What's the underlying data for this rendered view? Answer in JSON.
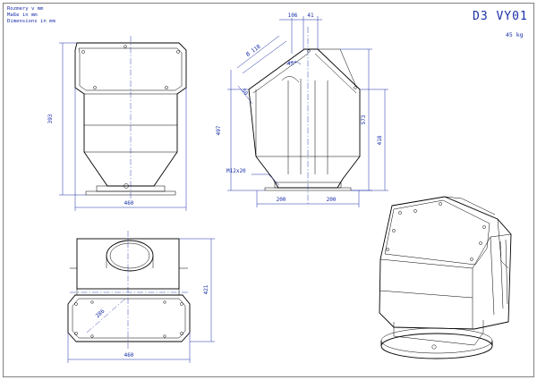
{
  "notes": {
    "units_cz": "Rozmery v mm",
    "units_de": "Maße in mm",
    "units_en": "Dimensions in mm"
  },
  "title": {
    "code": "D3 VY01",
    "weight": "45 kg"
  },
  "front_view": {
    "height": "393",
    "width": "460"
  },
  "side_view": {
    "top_106": "106",
    "top_41": "41",
    "diameter": "Ø 118",
    "angle": "45°",
    "slant_50": "50",
    "height_497": "497",
    "height_573": "573",
    "height_418": "418",
    "bolt": "M12x20",
    "half_left": "200",
    "half_right": "200"
  },
  "top_view": {
    "height": "421",
    "width": "460",
    "diagonal": "286"
  }
}
